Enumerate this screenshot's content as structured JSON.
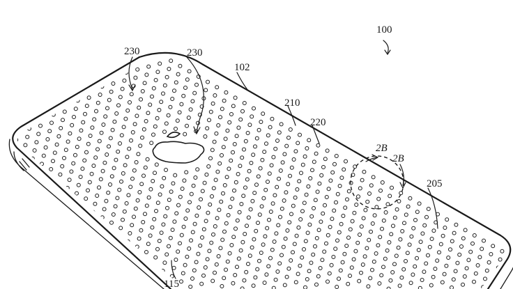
{
  "labels": {
    "fig_number": "100",
    "housing": "102",
    "surface_features": "230",
    "surface_features_2": "230",
    "region": "210",
    "feature": "220",
    "section_a": "2B",
    "section_b": "2B",
    "back_surface": "205",
    "side": "115"
  },
  "logo": "apple-logo-icon"
}
